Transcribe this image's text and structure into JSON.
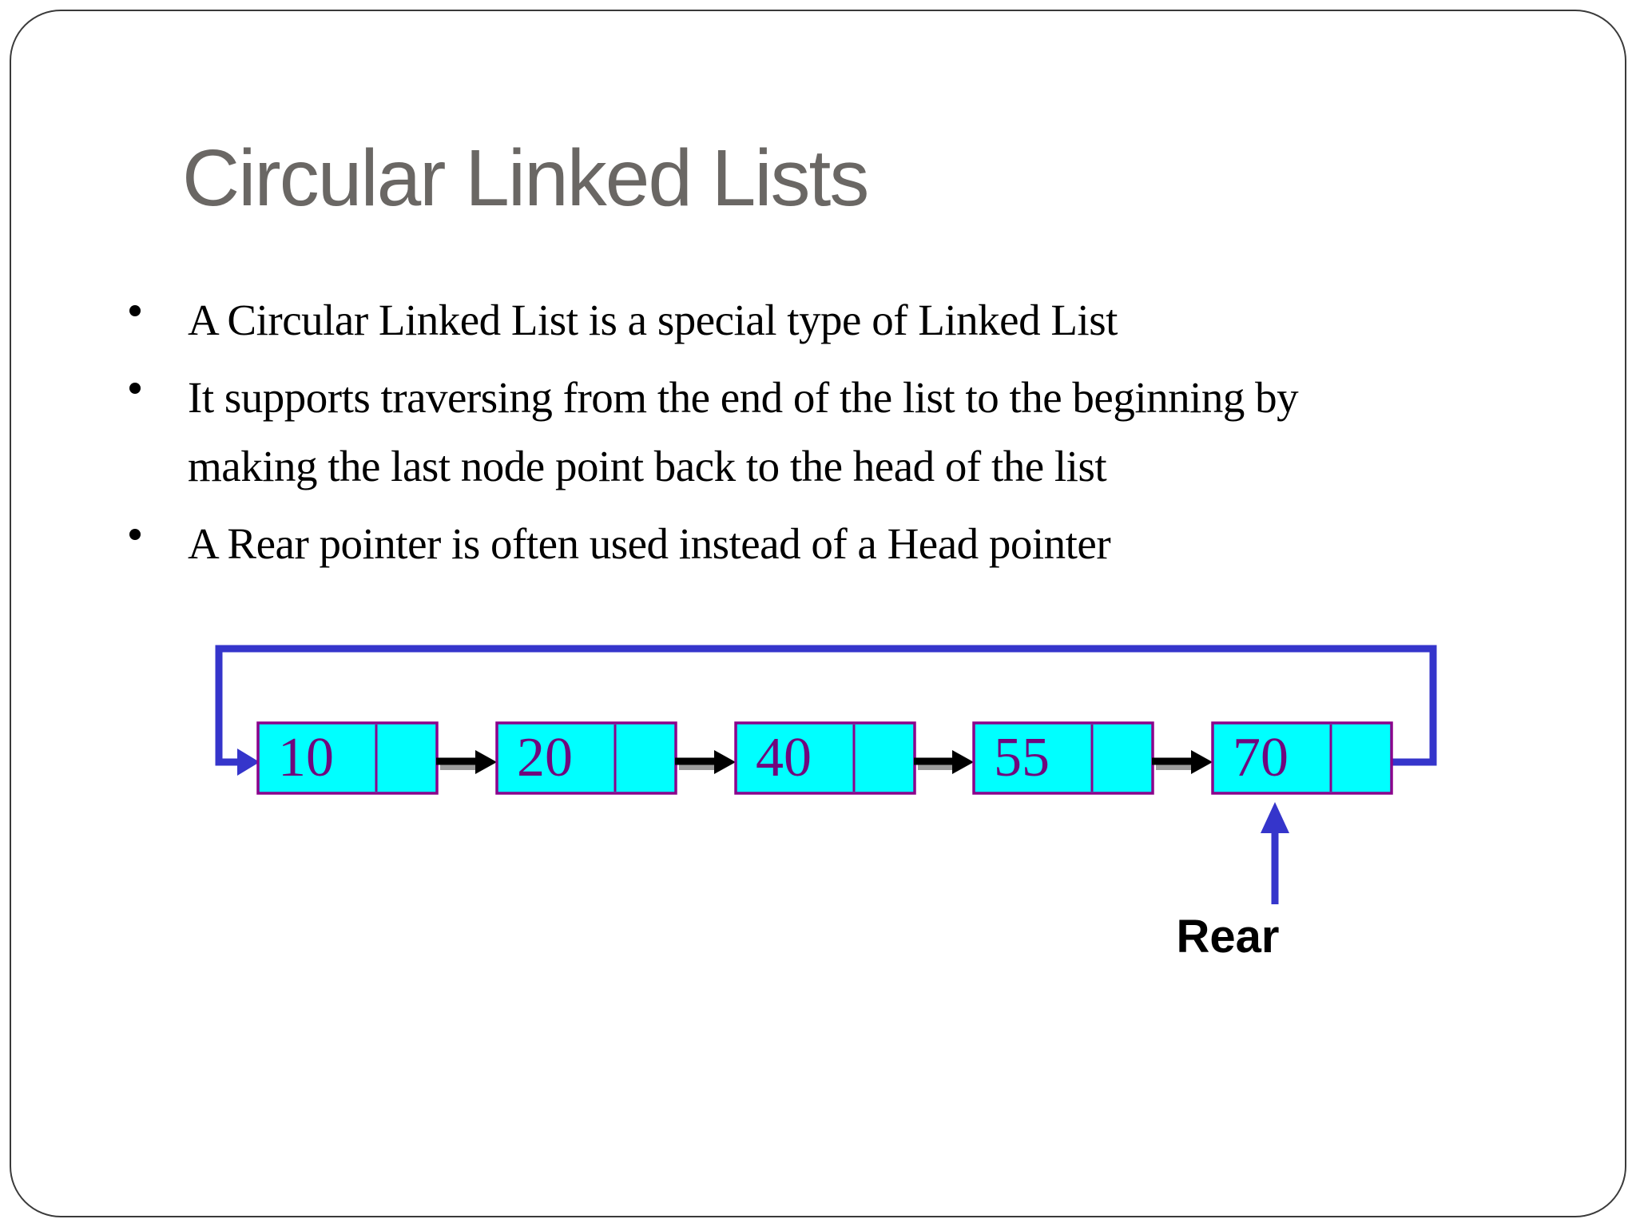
{
  "slide": {
    "title": "Circular Linked Lists",
    "bullets": [
      {
        "text": "A Circular Linked List is a special type of Linked List"
      },
      {
        "text": "It supports traversing from the end of the list to the beginning by\nmaking the last node point back to the head of the list"
      },
      {
        "text": "A Rear pointer is often used instead of a Head pointer"
      }
    ]
  },
  "diagram": {
    "type": "circular-singly-linked-list",
    "nodes": [
      {
        "value": "10"
      },
      {
        "value": "20"
      },
      {
        "value": "40"
      },
      {
        "value": "55"
      },
      {
        "value": "70"
      }
    ],
    "rear_label": "Rear",
    "links": [
      {
        "from": "10",
        "to": "20"
      },
      {
        "from": "20",
        "to": "40"
      },
      {
        "from": "40",
        "to": "55"
      },
      {
        "from": "55",
        "to": "70"
      },
      {
        "from": "70",
        "to": "10",
        "kind": "circular-back-link"
      }
    ],
    "colors": {
      "node_fill": "#00FFFF",
      "node_border": "#8B028B",
      "node_value": "#70077D",
      "link_blue": "#3535CB",
      "arrow_black": "#000000",
      "arrow_shadow": "#9C9C9C",
      "title_gray": "#6A6764"
    }
  }
}
